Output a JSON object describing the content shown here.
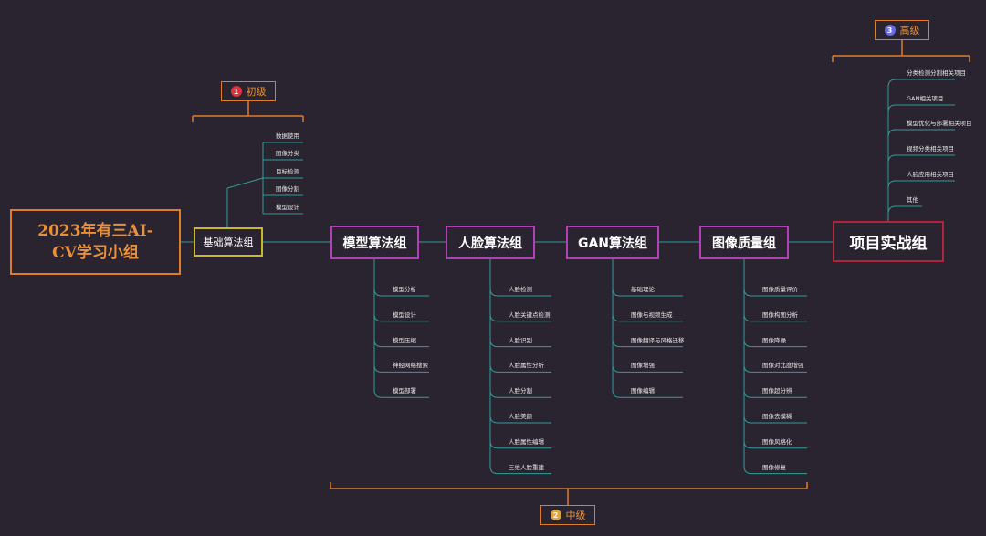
{
  "root": {
    "title": "2023年有三AI-\nCV学习小组"
  },
  "levels": [
    {
      "num": "1",
      "label": "初级",
      "color": "#e0343a"
    },
    {
      "num": "2",
      "label": "中级",
      "color": "#e0a43a"
    },
    {
      "num": "3",
      "label": "高级",
      "color": "#6b6be0"
    }
  ],
  "basic": {
    "label": "基础算法组",
    "children": [
      "数据使用",
      "图像分类",
      "目标检测",
      "图像分割",
      "模型设计"
    ]
  },
  "groups": [
    {
      "label": "模型算法组",
      "children": [
        "模型分析",
        "模型设计",
        "模型压缩",
        "神经网络搜索",
        "模型部署"
      ]
    },
    {
      "label": "人脸算法组",
      "children": [
        "人脸检测",
        "人脸关键点检测",
        "人脸识别",
        "人脸属性分析",
        "人脸分割",
        "人脸美颜",
        "人脸属性编辑",
        "三维人脸重建"
      ]
    },
    {
      "label": "GAN算法组",
      "children": [
        "基础理论",
        "图像与视频生成",
        "图像翻译与风格迁移",
        "图像增强",
        "图像编辑"
      ]
    },
    {
      "label": "图像质量组",
      "children": [
        "图像质量评价",
        "图像构图分析",
        "图像降噪",
        "图像对比度增强",
        "图像超分辨",
        "图像去模糊",
        "图像风格化",
        "图像修复"
      ]
    }
  ],
  "project": {
    "label": "项目实战组",
    "children": [
      "分类检测分割相关项目",
      "GAN相关项目",
      "模型优化与部署相关项目",
      "视频分类相关项目",
      "人脸应用相关项目",
      "其他"
    ]
  },
  "colors": {
    "background": "#2a2430",
    "connector": "#2e9d9a",
    "bracket": "#e07b2a",
    "basic_border": "#c8b82a",
    "group_border": "#b23fb8",
    "project_border": "#b2243a"
  }
}
